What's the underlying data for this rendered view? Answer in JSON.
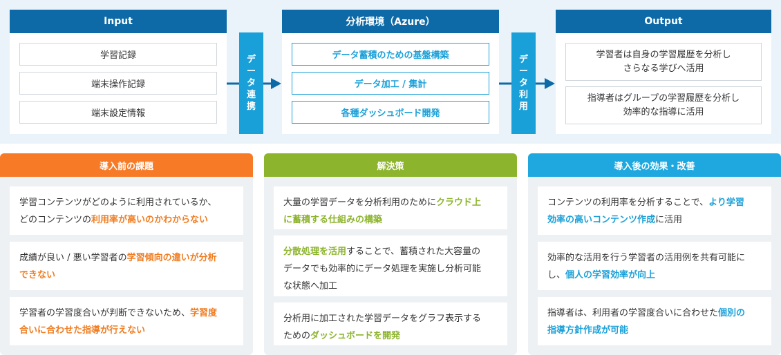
{
  "colors": {
    "dark_blue": "#0d6aa6",
    "accent_blue": "#1aa0d8",
    "orange": "#f77a27",
    "green": "#8cb42c",
    "sky": "#1fa8e0"
  },
  "input": {
    "title": "Input",
    "items": [
      "学習記録",
      "端末操作記録",
      "端末設定情報"
    ]
  },
  "link1": [
    "デ",
    "ー",
    "タ",
    "連",
    "携"
  ],
  "azure": {
    "title": "分析環境（Azure）",
    "items": [
      "データ蓄積のための基盤構築",
      "データ加工 / 集計",
      "各種ダッシュボード開発"
    ]
  },
  "link2": [
    "デ",
    "ー",
    "タ",
    "利",
    "用"
  ],
  "output": {
    "title": "Output",
    "items": [
      {
        "line1": "学習者は自身の学習履歴を分析し",
        "line2": "さらなる学びへ活用"
      },
      {
        "line1": "指導者はグループの学習履歴を分析し",
        "line2": "効率的な指導に活用"
      }
    ]
  },
  "before": {
    "title": "導入前の課題",
    "cards": [
      {
        "l1": "学習コンテンツがどのように利用されているか、",
        "l2a": "どのコンテンツの",
        "l2b": "利用率が高いのかわからない"
      },
      {
        "l1a": "成績が良い / 悪い学習者の",
        "l1b": "学習傾向の違いが分析",
        "l2": "できない"
      },
      {
        "l1a": "学習者の学習度合いが判断できないため、",
        "l1b": "学習度",
        "l2": "合いに合わせた指導が行えない"
      }
    ]
  },
  "solution": {
    "title": "解決策",
    "cards": [
      {
        "l1a": "大量の学習データを分析利用のために",
        "l1b": "クラウド上",
        "l2": "に蓄積する仕組みの構築"
      },
      {
        "l1a": "分散処理を活用",
        "l1b": "することで、蓄積された大容量の",
        "l2": "データでも効率的にデータ処理を実施し分析可能",
        "l3": "な状態へ加工"
      },
      {
        "l1": "分析用に加工された学習データをグラフ表示する",
        "l2a": "ための",
        "l2b": "ダッシュボードを開発"
      }
    ]
  },
  "after": {
    "title": "導入後の効果・改善",
    "cards": [
      {
        "l1a": "コンテンツの利用率を分析することで、",
        "l1b": "より学習",
        "l2a": "効率の高いコンテンツ作成",
        "l2b": "に活用"
      },
      {
        "l1": "効率的な活用を行う学習者の活用例を共有可能に",
        "l2a": "し、",
        "l2b": "個人の学習効率が向上"
      },
      {
        "l1a": "指導者は、利用者の学習度合いに合わせた",
        "l1b": "個別の",
        "l2": "指導方針作成が可能"
      }
    ]
  }
}
